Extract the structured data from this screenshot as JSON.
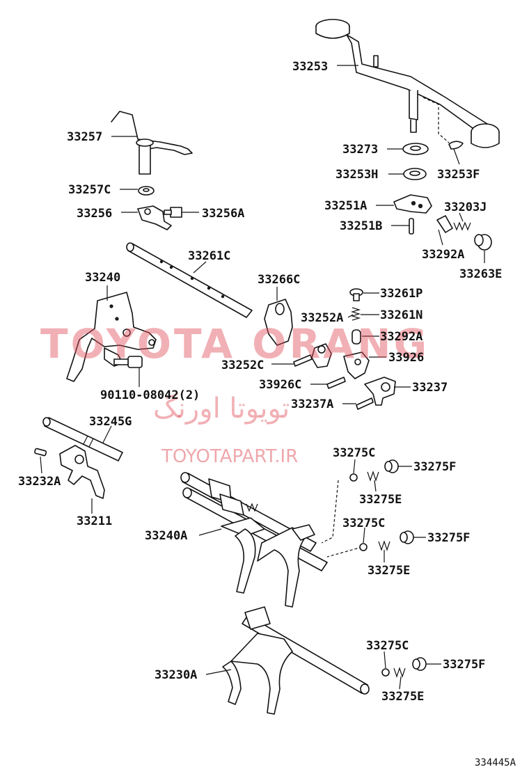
{
  "watermark": {
    "brand": "TOYOTA ORANG",
    "brand_farsi": "تویوتا اورنگ",
    "site": "TOYOTAPART.IR"
  },
  "diagram_code": "334445A",
  "labels": {
    "p33253": "33253",
    "p33257": "33257",
    "p33273": "33273",
    "p33253H": "33253H",
    "p33253F": "33253F",
    "p33257C": "33257C",
    "p33256": "33256",
    "p33256A": "33256A",
    "p33251A": "33251A",
    "p33203J": "33203J",
    "p33251B": "33251B",
    "p33292A_top": "33292A",
    "p33263E": "33263E",
    "p33261C": "33261C",
    "p33240": "33240",
    "p33266C": "33266C",
    "p33261P": "33261P",
    "p33252A": "33252A",
    "p33261N": "33261N",
    "p33292A_mid": "33292A",
    "p33252C": "33252C",
    "p33926": "33926",
    "p90110": "90110-08042(2)",
    "p33926C": "33926C",
    "p33237": "33237",
    "p33237A": "33237A",
    "p33245G": "33245G",
    "p33275C_1": "33275C",
    "p33275F_1": "33275F",
    "p33232A": "33232A",
    "p33275E_1": "33275E",
    "p33211": "33211",
    "p33275C_2": "33275C",
    "p33240A": "33240A",
    "p33275F_2": "33275F",
    "p33275E_2": "33275E",
    "p33275C_3": "33275C",
    "p33230A": "33230A",
    "p33275F_3": "33275F",
    "p33275E_3": "33275E"
  }
}
